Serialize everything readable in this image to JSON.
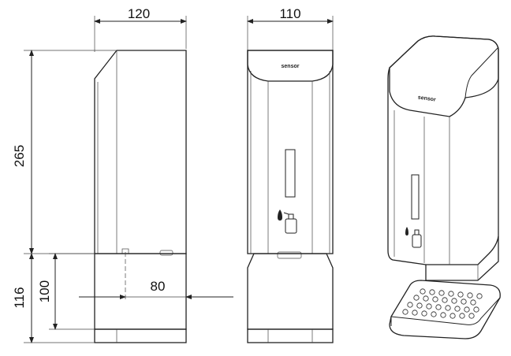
{
  "dimensions": {
    "side_width": "120",
    "front_width": "110",
    "height_main": "265",
    "height_total_base": "116",
    "height_base": "100",
    "depth_base": "80"
  },
  "brand": {
    "front_logo": "sensor",
    "iso_logo": "sensor"
  }
}
